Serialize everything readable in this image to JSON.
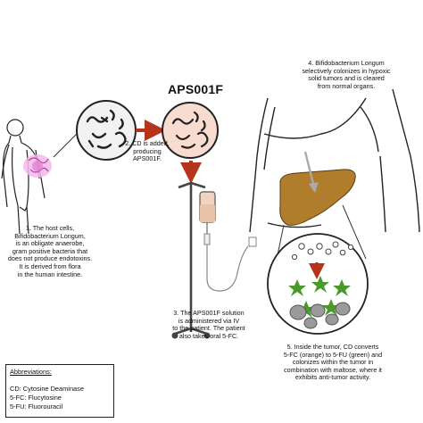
{
  "title": "APS001F",
  "steps": {
    "step1": [
      "1. The host cells,",
      "Bifidobacterium Longum,",
      "is an obligate anaerobe,",
      "gram positive bacteria that",
      "does not produce endotoxins.",
      "It is derived from flora",
      "in the human intestine."
    ],
    "step2": [
      "2. CD is added,",
      "producing",
      "APS001F."
    ],
    "step3": [
      "3. The APS001F solution",
      "is administered via IV",
      "to the patient. The patient",
      "also takes oral 5-FC."
    ],
    "step4": [
      "4. Bifidobacterium Longum",
      "selectively colonizes in hypoxic",
      "solid tumors and is cleared",
      "from normal organs."
    ],
    "step5": [
      "5. Inside the tumor, CD converts",
      "5-FC (orange) to 5-FU (green) and",
      "colonizes within the tumor in",
      "combination with maltose, where it",
      "exhibits anti-tumor activity."
    ]
  },
  "abbreviations": {
    "heading": "Abbreviations:",
    "items": [
      "CD: Cytosine Deaminase",
      "5-FC: Flucytosine",
      "5-FU: Fluorouracil"
    ]
  },
  "colors": {
    "arrow": "#b5341b",
    "liver": "#b07d2c",
    "inflamed": "#e07ad0",
    "cell_green": "#4a9a2a",
    "blob_grey": "#9a9a9a",
    "iv_bag": "#e8c3a8"
  },
  "icons": [
    "human-figure-icon",
    "bacteria-circle-icon",
    "iv-stand-icon",
    "iv-bag-icon",
    "torso-icon",
    "liver-icon",
    "tumor-magnified-icon",
    "arrow-icon"
  ]
}
